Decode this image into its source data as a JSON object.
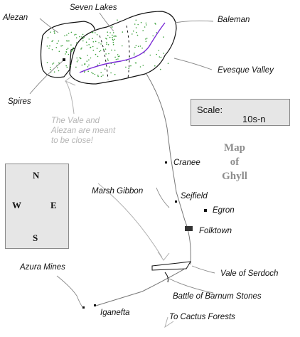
{
  "map": {
    "title_lines": [
      "Map",
      "of",
      "Ghyll"
    ],
    "places": {
      "alezan": "Alezan",
      "seven_lakes": "Seven Lakes",
      "baleman": "Baleman",
      "evesque_valley": "Evesque Valley",
      "spires": "Spires",
      "cranee": "Cranee",
      "marsh_gibbon": "Marsh Gibbon",
      "sejfield": "Sejfield",
      "egron": "Egron",
      "folktown": "Folktown",
      "azura_mines": "Azura Mines",
      "vale_of_serdoch": "Vale of Serdoch",
      "battle": "Battle of Barnum Stones",
      "iganefta": "Iganefta",
      "cactus_forests": "To Cactus Forests"
    },
    "note_lines": [
      "The Vale and",
      "Alezan are meant",
      "to be close!"
    ],
    "scale": {
      "label": "Scale:",
      "unit": "10s-n"
    },
    "compass": {
      "n": "N",
      "s": "S",
      "e": "E",
      "w": "W"
    },
    "colors": {
      "river": "#7a2bd6",
      "forest_dots": "#3aa03a",
      "road": "#777777",
      "note": "#b5b5b5",
      "title": "#8c8c8c"
    }
  }
}
